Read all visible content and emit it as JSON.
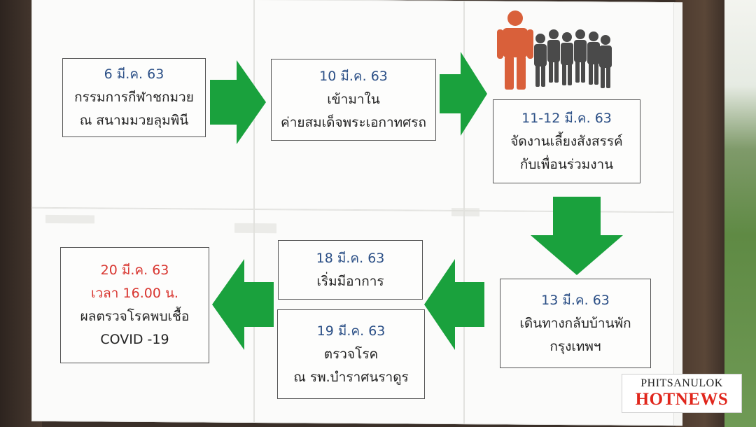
{
  "steps": [
    {
      "id": "step-1",
      "lines": [
        "6 มี.ค. 63",
        "กรรมการกีฬาชกมวย",
        "ณ สนามมวยลุมพินี"
      ]
    },
    {
      "id": "step-2",
      "lines": [
        "10 มี.ค. 63",
        "เข้ามาใน",
        "ค่ายสมเด็จพระเอกาทศรถ"
      ]
    },
    {
      "id": "step-3",
      "lines": [
        "11-12 มี.ค. 63",
        "จัดงานเลี้ยงสังสรรค์",
        "กับเพื่อนร่วมงาน"
      ]
    },
    {
      "id": "step-4",
      "lines": [
        "13 มี.ค. 63",
        "เดินทางกลับบ้านพัก",
        "กรุงเทพฯ"
      ]
    },
    {
      "id": "step-5",
      "lines": [
        "18 มี.ค. 63",
        "เริ่มมีอาการ"
      ]
    },
    {
      "id": "step-6",
      "lines": [
        "19 มี.ค. 63",
        "ตรวจโรค",
        "ณ รพ.บำราศนราดูร"
      ]
    },
    {
      "id": "step-7",
      "lines": [
        "20 มี.ค. 63",
        "เวลา 16.00 น.",
        "ผลตรวจโรคพบเชื้อ",
        "COVID -19"
      ]
    }
  ],
  "colors": {
    "arrow": "#1aa13d",
    "date": "#2b4f86",
    "alert": "#d8352f",
    "person_highlight": "#d9603a",
    "people_group": "#4a4a4a"
  },
  "icons": {
    "infected_person": "person-icon",
    "crowd": "people-group-icon"
  },
  "watermark": {
    "line1": "PHITSANULOK",
    "line2": "HOTNEWS"
  }
}
